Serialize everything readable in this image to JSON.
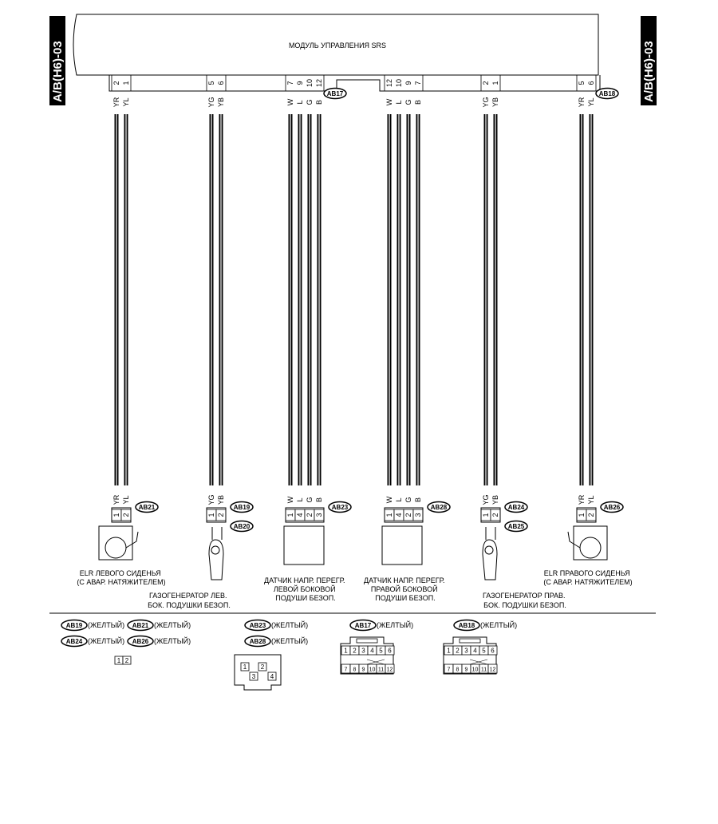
{
  "side_tab": "A/B(H6)-03",
  "module_title": "МОДУЛЬ УПРАВЛЕНИЯ SRS",
  "module_connectors": [
    {
      "id": "g1",
      "pins": [
        "2",
        "1"
      ],
      "colors": [
        "YR",
        "YL"
      ]
    },
    {
      "id": "g2",
      "pins": [
        "5",
        "6"
      ],
      "colors": [
        "YG",
        "YB"
      ]
    },
    {
      "id": "g3",
      "pins": [
        "7",
        "9",
        "10",
        "12"
      ],
      "colors": [
        "W",
        "L",
        "G",
        "B"
      ],
      "tag": "AB17"
    },
    {
      "id": "g4",
      "pins": [
        "12",
        "10",
        "9",
        "7"
      ],
      "colors": [
        "W",
        "L",
        "G",
        "B"
      ]
    },
    {
      "id": "g5",
      "pins": [
        "2",
        "1"
      ],
      "colors": [
        "YG",
        "YB"
      ]
    },
    {
      "id": "g6",
      "pins": [
        "5",
        "6"
      ],
      "colors": [
        "YR",
        "YL"
      ],
      "tag": "AB18"
    }
  ],
  "device_connectors": [
    {
      "id": "g1",
      "colors": [
        "YR",
        "YL"
      ],
      "pins": [
        "1",
        "2"
      ],
      "tags": [
        "AB21"
      ]
    },
    {
      "id": "g2",
      "colors": [
        "YG",
        "YB"
      ],
      "pins": [
        "1",
        "2"
      ],
      "tags": [
        "AB19",
        "AB20"
      ]
    },
    {
      "id": "g3",
      "colors": [
        "W",
        "L",
        "G",
        "B"
      ],
      "pins": [
        "1",
        "4",
        "2",
        "3"
      ],
      "tags": [
        "AB23"
      ]
    },
    {
      "id": "g4",
      "colors": [
        "W",
        "L",
        "G",
        "B"
      ],
      "pins": [
        "1",
        "4",
        "2",
        "3"
      ],
      "tags": [
        "AB28"
      ]
    },
    {
      "id": "g5",
      "colors": [
        "YG",
        "YB"
      ],
      "pins": [
        "1",
        "2"
      ],
      "tags": [
        "AB24",
        "AB25"
      ]
    },
    {
      "id": "g6",
      "colors": [
        "YR",
        "YL"
      ],
      "pins": [
        "1",
        "2"
      ],
      "tags": [
        "AB26"
      ]
    }
  ],
  "device_labels": {
    "elr_left": [
      "ELR ЛЕВОГО СИДЕНЬЯ",
      "(С АВАР. НАТЯЖИТЕЛЕМ)"
    ],
    "inflator_left": [
      "ГАЗОГЕНЕРАТОР ЛЕВ.",
      "БОК. ПОДУШКИ БЕЗОП."
    ],
    "sensor_left": [
      "ДАТЧИК НАПР. ПЕРЕГР.",
      "ЛЕВОЙ БОКОВОЙ",
      "ПОДУШИ БЕЗОП."
    ],
    "sensor_right": [
      "ДАТЧИК НАПР. ПЕРЕГР.",
      "ПРАВОЙ БОКОВОЙ",
      "ПОДУШИ БЕЗОП."
    ],
    "inflator_right": [
      "ГАЗОГЕНЕРАТОР ПРАВ.",
      "БОК. ПОДУШКИ БЕЗОП."
    ],
    "elr_right": [
      "ELR ПРАВОГО СИДЕНЬЯ",
      "(С АВАР. НАТЯЖИТЕЛЕМ)"
    ]
  },
  "legend": {
    "color_text": "(ЖЕЛТЫЙ)",
    "group_2pin": [
      {
        "tag": "AB19",
        "text": "(ЖЕЛТЫЙ)"
      },
      {
        "tag": "AB21",
        "text": "(ЖЕЛТЫЙ)"
      },
      {
        "tag": "AB24",
        "text": "(ЖЕЛТЫЙ)"
      },
      {
        "tag": "AB26",
        "text": "(ЖЕЛТЫЙ)"
      }
    ],
    "group_4pin": [
      {
        "tag": "AB23",
        "text": "(ЖЕЛТЫЙ)"
      },
      {
        "tag": "AB28",
        "text": "(ЖЕЛТЫЙ)"
      }
    ],
    "group_ab17": {
      "tag": "AB17",
      "text": "(ЖЕЛТЫЙ)"
    },
    "group_ab18": {
      "tag": "AB18",
      "text": "(ЖЕЛТЫЙ)"
    },
    "pins_2": [
      "1",
      "2"
    ],
    "pins_4": [
      "1",
      "2",
      "3",
      "4"
    ],
    "pins_12_top": [
      "1",
      "2",
      "3",
      "4",
      "5",
      "6"
    ],
    "pins_12_bottom": [
      "7",
      "8",
      "9",
      "10",
      "11",
      "12"
    ]
  }
}
